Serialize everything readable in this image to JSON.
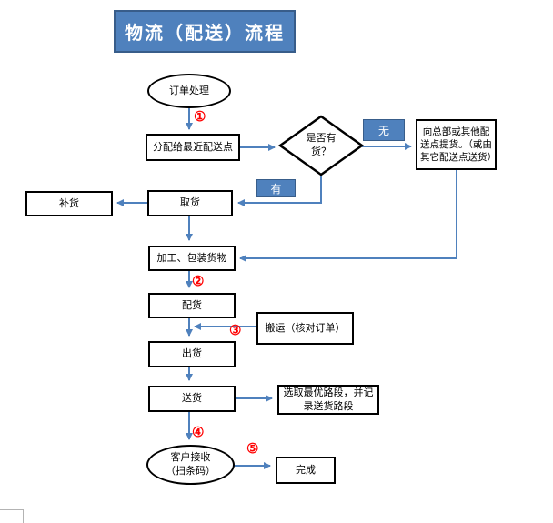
{
  "title": "物流（配送）流程",
  "nodes": {
    "order_processing": "订单处理",
    "assign_nearest": "分配给最近配送点",
    "decision_stock": "是否有\n货？",
    "hq_pickup": "向总部或其他配送点提货。（或由其它配送点送货）",
    "pick_goods": "取货",
    "restock": "补货",
    "process_pack": "加工、包装货物",
    "allocate": "配货",
    "carry_check": "搬运（核对订单）",
    "ship_out": "出货",
    "deliver": "送货",
    "route_select": "选取最优路段，并记录送货路段",
    "customer_receive": "客户接收\n（扫条码）",
    "done": "完成"
  },
  "branch_labels": {
    "no": "无",
    "yes": "有"
  },
  "steps": [
    "①",
    "②",
    "③",
    "④",
    "⑤"
  ],
  "colors": {
    "accent": "#4f81bd",
    "accent_border": "#385d8a",
    "marker": "#ff0000",
    "node_border": "#000000"
  }
}
